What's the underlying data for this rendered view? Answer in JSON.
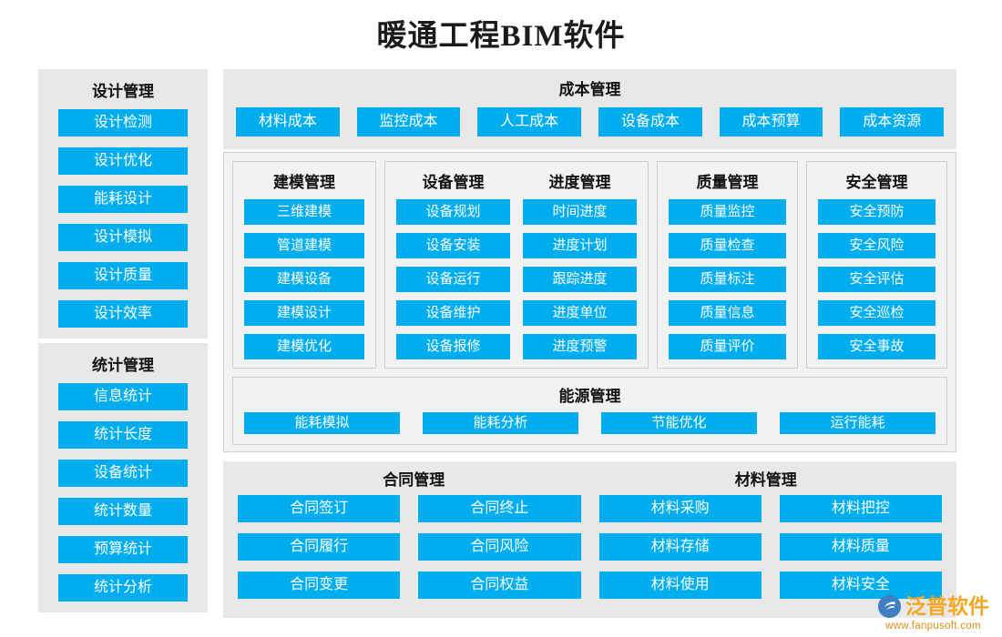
{
  "header": {
    "title": "暖通工程BIM软件"
  },
  "sidebar": {
    "panels": [
      {
        "title": "设计管理",
        "items": [
          "设计检测",
          "设计优化",
          "能耗设计",
          "设计模拟",
          "设计质量",
          "设计效率"
        ]
      },
      {
        "title": "统计管理",
        "items": [
          "信息统计",
          "统计长度",
          "设备统计",
          "统计数量",
          "预算统计",
          "统计分析"
        ]
      }
    ]
  },
  "cost": {
    "title": "成本管理",
    "items": [
      "材料成本",
      "监控成本",
      "人工成本",
      "设备成本",
      "成本预算",
      "成本资源"
    ]
  },
  "middle": {
    "modeling": {
      "title": "建模管理",
      "items": [
        "三维建模",
        "管道建模",
        "建模设备",
        "建模设计",
        "建模优化"
      ]
    },
    "equipment": {
      "title": "设备管理",
      "items": [
        "设备规划",
        "设备安装",
        "设备运行",
        "设备维护",
        "设备报修"
      ]
    },
    "schedule": {
      "title": "进度管理",
      "items": [
        "时间进度",
        "进度计划",
        "跟踪进度",
        "进度单位",
        "进度预警"
      ]
    },
    "quality": {
      "title": "质量管理",
      "items": [
        "质量监控",
        "质量检查",
        "质量标注",
        "质量信息",
        "质量评价"
      ]
    },
    "safety": {
      "title": "安全管理",
      "items": [
        "安全预防",
        "安全风险",
        "安全评估",
        "安全巡检",
        "安全事故"
      ]
    },
    "energy": {
      "title": "能源管理",
      "items": [
        "能耗模拟",
        "能耗分析",
        "节能优化",
        "运行能耗"
      ]
    }
  },
  "bottom": {
    "contract_title": "合同管理",
    "material_title": "材料管理",
    "rows": [
      [
        "合同签订",
        "合同终止",
        "材料采购",
        "材料把控"
      ],
      [
        "合同履行",
        "合同风险",
        "材料存储",
        "材料质量"
      ],
      [
        "合同变更",
        "合同权益",
        "材料使用",
        "材料安全"
      ]
    ]
  },
  "watermark": {
    "name": "泛普软件",
    "url": "www.fanpusoft.com"
  },
  "colors": {
    "tile": "#00AEEF",
    "panel_gray": "#E8E8E8",
    "inner_gray": "#F2F2F2",
    "brand_orange": "#F5A623"
  }
}
